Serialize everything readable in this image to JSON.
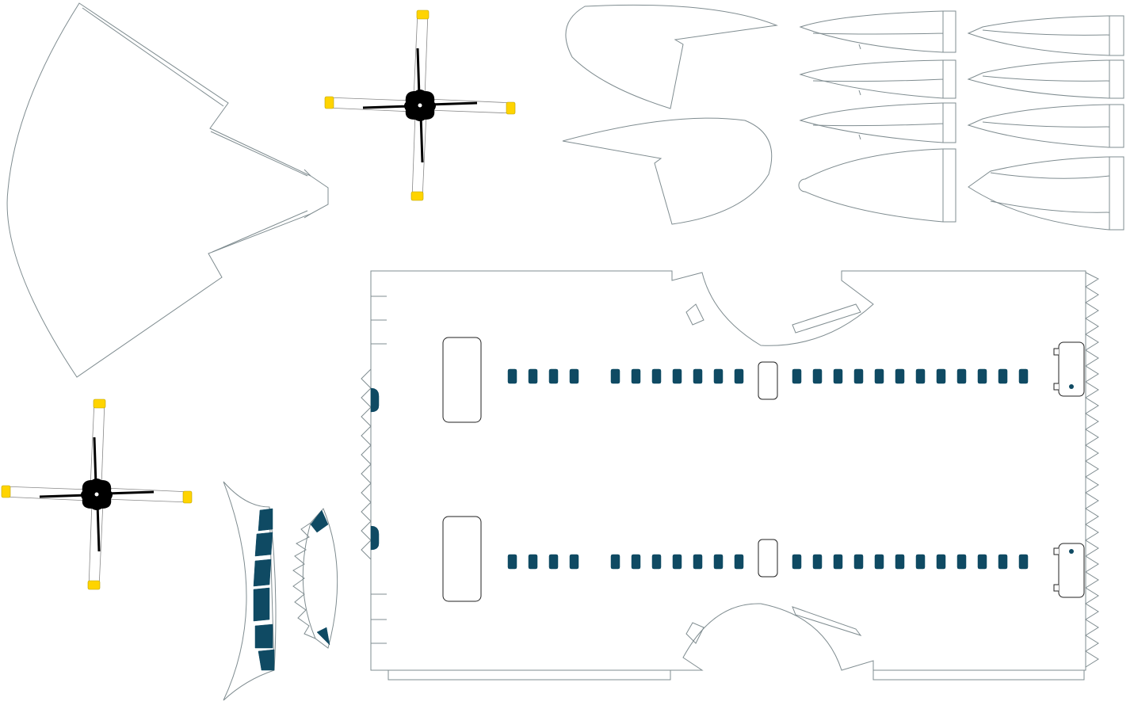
{
  "colors": {
    "outline": "#7f8c90",
    "window": "#0f4a63",
    "prop_tip": "#ffd400",
    "hub": "#000000",
    "background": "#ffffff"
  },
  "parts": {
    "propeller_count": 2,
    "blade_count_per_propeller": 4,
    "tail_fin_count": 2,
    "nacelle_piece_count": 8,
    "fuselage_window_rows": 2
  }
}
